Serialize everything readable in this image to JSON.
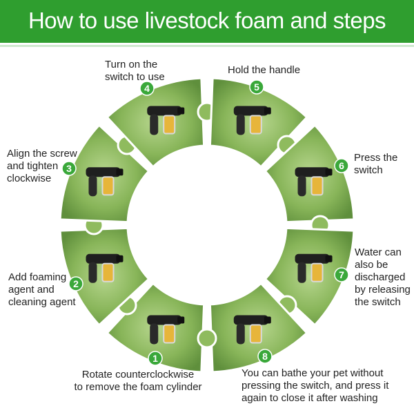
{
  "header": {
    "title": "How to use livestock foam and steps"
  },
  "colors": {
    "banner": "#2f9e2f",
    "badge": "#3aa83a",
    "text": "#222222"
  },
  "steps": [
    {
      "number": "1",
      "lines": [
        "Rotate counterclockwise",
        "to remove the foam cylinder"
      ]
    },
    {
      "number": "2",
      "lines": [
        "Add foaming",
        "agent and",
        "cleaning agent"
      ]
    },
    {
      "number": "3",
      "lines": [
        "Align the screw",
        "and tighten",
        "clockwise"
      ]
    },
    {
      "number": "4",
      "lines": [
        "Turn on the",
        "switch to use"
      ]
    },
    {
      "number": "5",
      "lines": [
        "Hold the handle"
      ]
    },
    {
      "number": "6",
      "lines": [
        "Press the",
        "switch"
      ]
    },
    {
      "number": "7",
      "lines": [
        "Water can",
        "also be",
        "discharged",
        "by releasing",
        "the switch"
      ]
    },
    {
      "number": "8",
      "lines": [
        "You can bathe your pet without",
        "pressing the switch, and press it",
        "again to close it after washing"
      ]
    }
  ]
}
